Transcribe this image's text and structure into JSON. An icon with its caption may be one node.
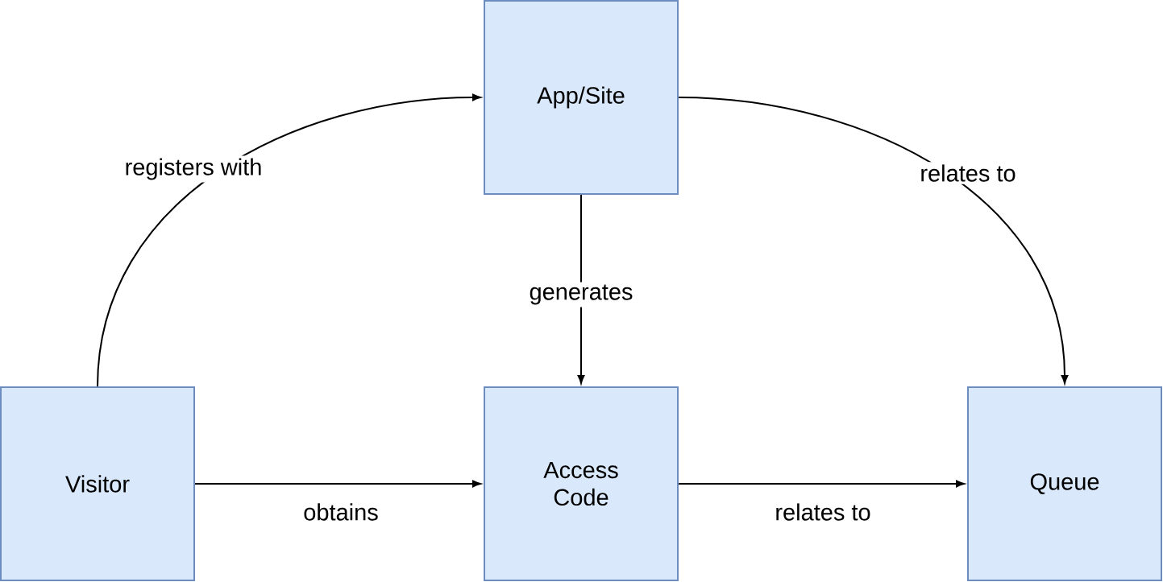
{
  "diagram": {
    "nodes": [
      {
        "text": [
          "App/Site"
        ]
      },
      {
        "text": [
          "Visitor"
        ]
      },
      {
        "text": [
          "Access Code"
        ]
      },
      {
        "text": [
          "Queue"
        ]
      }
    ],
    "edges": [
      {
        "from": 1,
        "to": 0,
        "arrow": "to",
        "label": "registers with"
      },
      {
        "from": 0,
        "to": 2,
        "arrow": "to",
        "label": "generates"
      },
      {
        "from": 0,
        "to": 3,
        "arrow": "to",
        "label": "relates to"
      },
      {
        "from": 1,
        "to": 2,
        "arrow": "to",
        "label": "obtains"
      },
      {
        "from": 2,
        "to": 3,
        "arrow": "to",
        "label": "relates to"
      }
    ]
  }
}
